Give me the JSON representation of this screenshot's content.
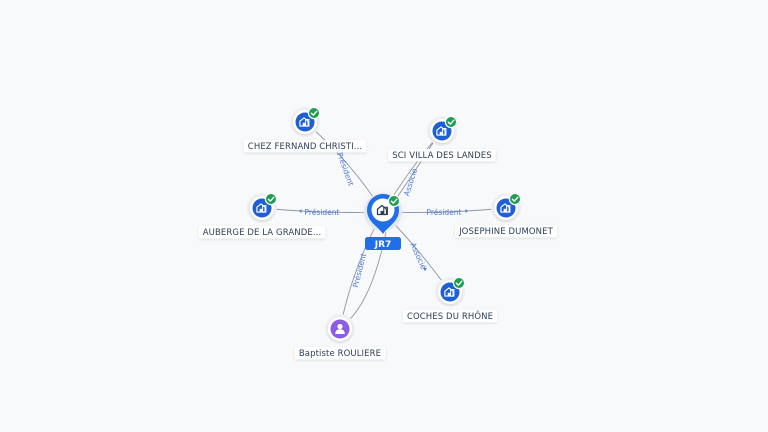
{
  "colors": {
    "background": "#f8f9fb",
    "company_icon": "#1f5fd6",
    "person_icon": "#8c5be8",
    "check_badge": "#1e9e52",
    "edge": "#8e96a3",
    "edge_label": "#4f7ad6",
    "center_tag": "#1f6fe8"
  },
  "center": {
    "label": "JR7",
    "icon": "building-icon",
    "verified": true
  },
  "nodes": [
    {
      "id": "chez",
      "label": "CHEZ FERNAND CHRISTI...",
      "type": "company",
      "icon": "building-icon",
      "verified": true
    },
    {
      "id": "sci",
      "label": "SCI VILLA DES LANDES",
      "type": "company",
      "icon": "building-icon",
      "verified": true
    },
    {
      "id": "auberge",
      "label": "AUBERGE DE LA GRANDE...",
      "type": "company",
      "icon": "building-icon",
      "verified": true
    },
    {
      "id": "josephine",
      "label": "JOSEPHINE DUMONET",
      "type": "company",
      "icon": "building-icon",
      "verified": true
    },
    {
      "id": "coches",
      "label": "COCHES DU RHÔNE",
      "type": "company",
      "icon": "building-icon",
      "verified": true
    },
    {
      "id": "baptiste",
      "label": "Baptiste ROULIERE",
      "type": "person",
      "icon": "person-icon",
      "verified": false
    }
  ],
  "edges": [
    {
      "to": "chez",
      "label": "Président"
    },
    {
      "to": "sci",
      "label": "Associé"
    },
    {
      "to": "auberge",
      "label": "Président"
    },
    {
      "to": "josephine",
      "label": "Président"
    },
    {
      "to": "coches",
      "label": "Associé"
    },
    {
      "to": "baptiste",
      "label": "Président"
    }
  ]
}
